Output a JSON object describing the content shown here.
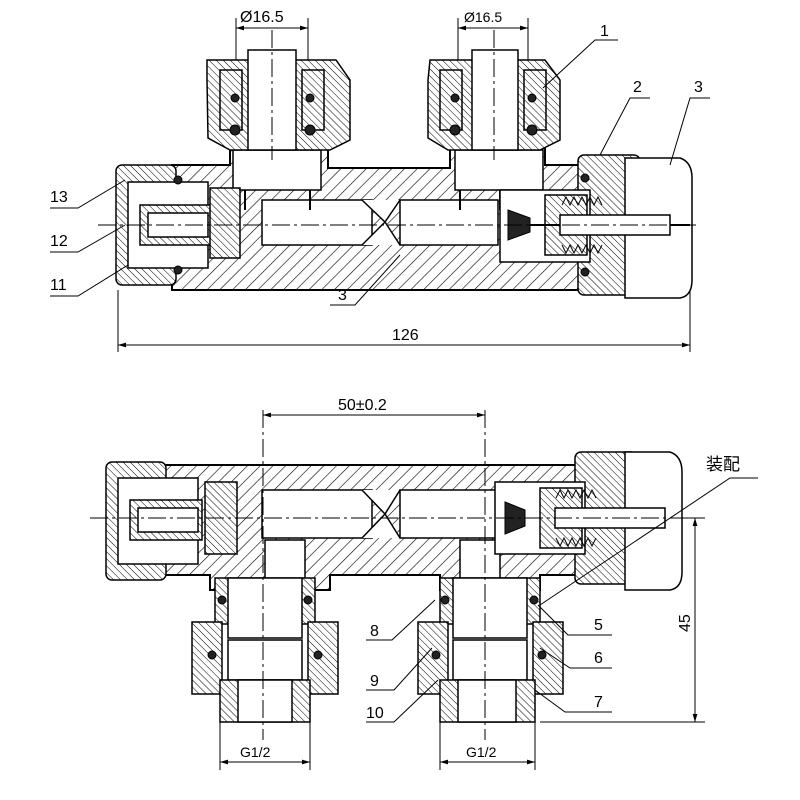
{
  "top_view": {
    "dims": {
      "pipe_dia_left": "Ø16.5",
      "pipe_dia_right": "Ø16.5",
      "overall_length": "126"
    },
    "callouts": {
      "c1": "1",
      "c2": "2",
      "c3_top": "3",
      "c3_body": "3",
      "c11": "11",
      "c12": "12",
      "c13": "13"
    }
  },
  "bottom_view": {
    "dims": {
      "spacing": "50±0.2",
      "height": "45",
      "thread_left": "G1/2",
      "thread_right": "G1/2"
    },
    "callouts": {
      "c5": "5",
      "c6": "6",
      "c7": "7",
      "c8": "8",
      "c9": "9",
      "c10": "10"
    },
    "assembly_label": "装配"
  }
}
